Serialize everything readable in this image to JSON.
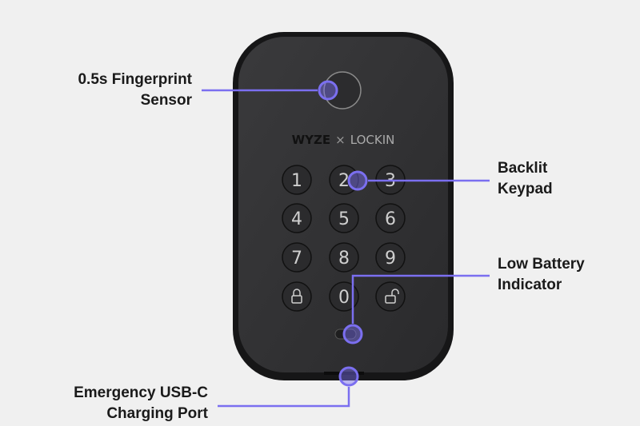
{
  "accent_color": "#7b6ff0",
  "brand": {
    "wyze": "WYZE",
    "x": "×",
    "lockin": "LOCKIN"
  },
  "keypad": {
    "keys": [
      "1",
      "2",
      "3",
      "4",
      "5",
      "6",
      "7",
      "8",
      "9",
      "lock-icon",
      "0",
      "unlock-icon"
    ]
  },
  "callouts": {
    "fingerprint": {
      "line1": "0.5s Fingerprint",
      "line2": "Sensor"
    },
    "keypad": {
      "line1": "Backlit",
      "line2": "Keypad"
    },
    "battery": {
      "line1": "Low Battery",
      "line2": "Indicator"
    },
    "usb": {
      "line1": "Emergency USB-C",
      "line2": "Charging Port"
    }
  }
}
